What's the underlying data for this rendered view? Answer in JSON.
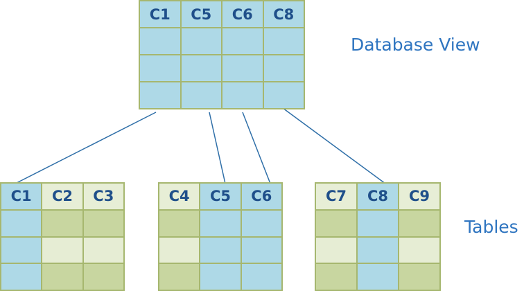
{
  "diagram": {
    "database_view": {
      "label": "Database View",
      "headers": [
        "C1",
        "C5",
        "C6",
        "C8"
      ],
      "body_rows": 3
    },
    "tables_label": "Tables",
    "tables": [
      {
        "headers": [
          "C1",
          "C2",
          "C3"
        ],
        "header_colors": [
          "blue",
          "green-head",
          "green-head"
        ],
        "body_colors": [
          [
            "blue",
            "green",
            "green"
          ],
          [
            "blue",
            "light",
            "light"
          ],
          [
            "blue",
            "green",
            "green"
          ]
        ]
      },
      {
        "headers": [
          "C4",
          "C5",
          "C6"
        ],
        "header_colors": [
          "green-head",
          "blue",
          "blue"
        ],
        "body_colors": [
          [
            "green",
            "blue",
            "blue"
          ],
          [
            "light",
            "blue",
            "blue"
          ],
          [
            "green",
            "blue",
            "blue"
          ]
        ]
      },
      {
        "headers": [
          "C7",
          "C8",
          "C9"
        ],
        "header_colors": [
          "green-head",
          "blue",
          "green-head"
        ],
        "body_colors": [
          [
            "green",
            "blue",
            "green"
          ],
          [
            "light",
            "blue",
            "light"
          ],
          [
            "green",
            "blue",
            "green"
          ]
        ]
      }
    ],
    "colors": {
      "view_cell": "#aed9e7",
      "table_cell": "#c8d6a0",
      "table_cell_light": "#e6edd4",
      "border": "#a6b76f",
      "header_text": "#1f4f8a",
      "label_text": "#2f75c0",
      "connector": "#2f6fa8"
    }
  }
}
